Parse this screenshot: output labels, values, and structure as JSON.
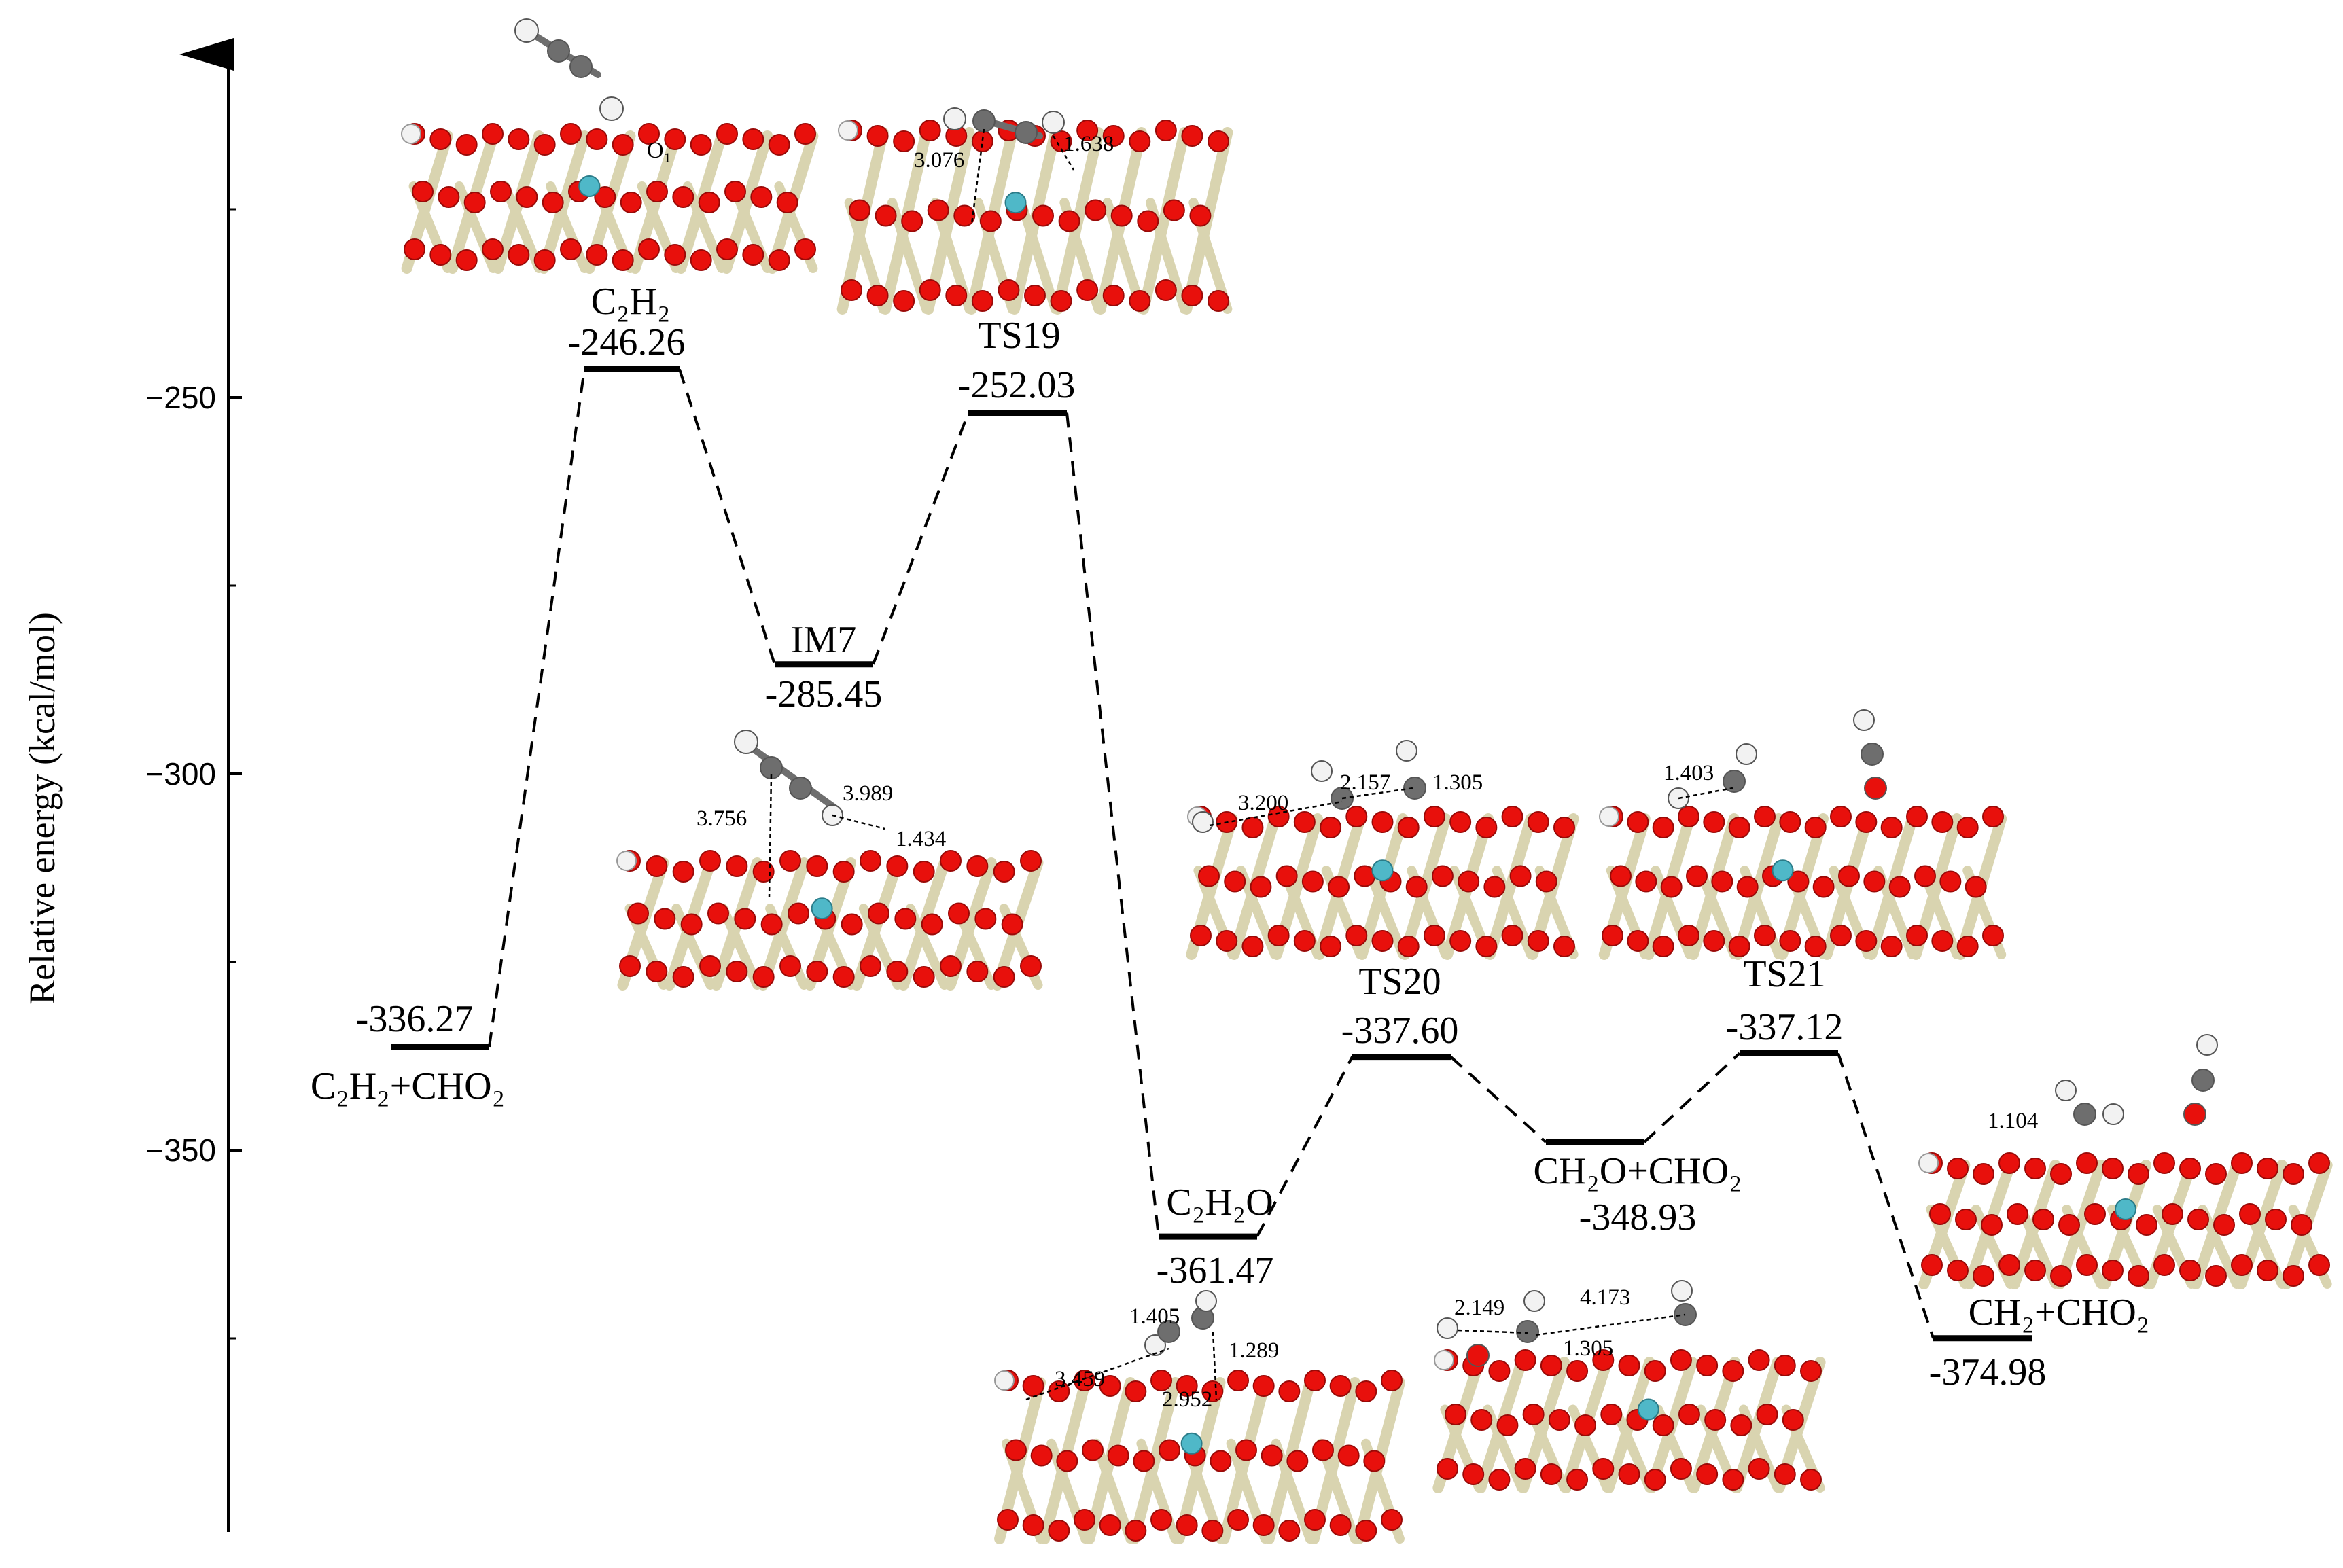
{
  "axis": {
    "ylabel": "Relative energy (kcal/mol)",
    "ticks": [
      -250,
      -300,
      -350
    ]
  },
  "colors": {
    "oxygen": "#e8100c",
    "framework": "#d9d4b0",
    "titanium": "#4fb8c8",
    "carbon": "#6e6e6e",
    "hydrogen": "#f2f2f2"
  },
  "states": [
    {
      "id": "s1",
      "label": "C₂H₂+CHO₂",
      "value": "-336.27",
      "energy": -336.27
    },
    {
      "id": "s2",
      "label": "C₂H₂",
      "value": "-246.26",
      "energy": -246.26
    },
    {
      "id": "s3",
      "label": "IM7",
      "value": "-285.45",
      "energy": -285.45
    },
    {
      "id": "s4",
      "label": "TS19",
      "value": "-252.03",
      "energy": -252.03
    },
    {
      "id": "s5",
      "label": "C₂H₂O",
      "value": "-361.47",
      "energy": -361.47
    },
    {
      "id": "s6",
      "label": "TS20",
      "value": "-337.60",
      "energy": -337.6
    },
    {
      "id": "s7",
      "label": "CH₂O+CHO₂",
      "value": "-348.93",
      "energy": -348.93
    },
    {
      "id": "s8",
      "label": "TS21",
      "value": "-337.12",
      "energy": -337.12
    },
    {
      "id": "s9",
      "label": "CH₂+CHO₂",
      "value": "-374.98",
      "energy": -374.98
    }
  ],
  "structures": {
    "s2": {
      "atom_label": "O₁",
      "distances": []
    },
    "s4": {
      "distances": [
        "3.076",
        "1.638"
      ]
    },
    "s3": {
      "distances": [
        "3.756",
        "3.989",
        "1.434"
      ]
    },
    "s6": {
      "distances": [
        "3.200",
        "2.157",
        "1.305"
      ]
    },
    "s8": {
      "distances": [
        "1.403"
      ]
    },
    "s5": {
      "distances": [
        "1.405",
        "1.289",
        "3.459",
        "2.952"
      ]
    },
    "s7": {
      "distances": [
        "2.149",
        "4.173",
        "1.305"
      ]
    },
    "s9": {
      "distances": [
        "1.104"
      ]
    }
  }
}
